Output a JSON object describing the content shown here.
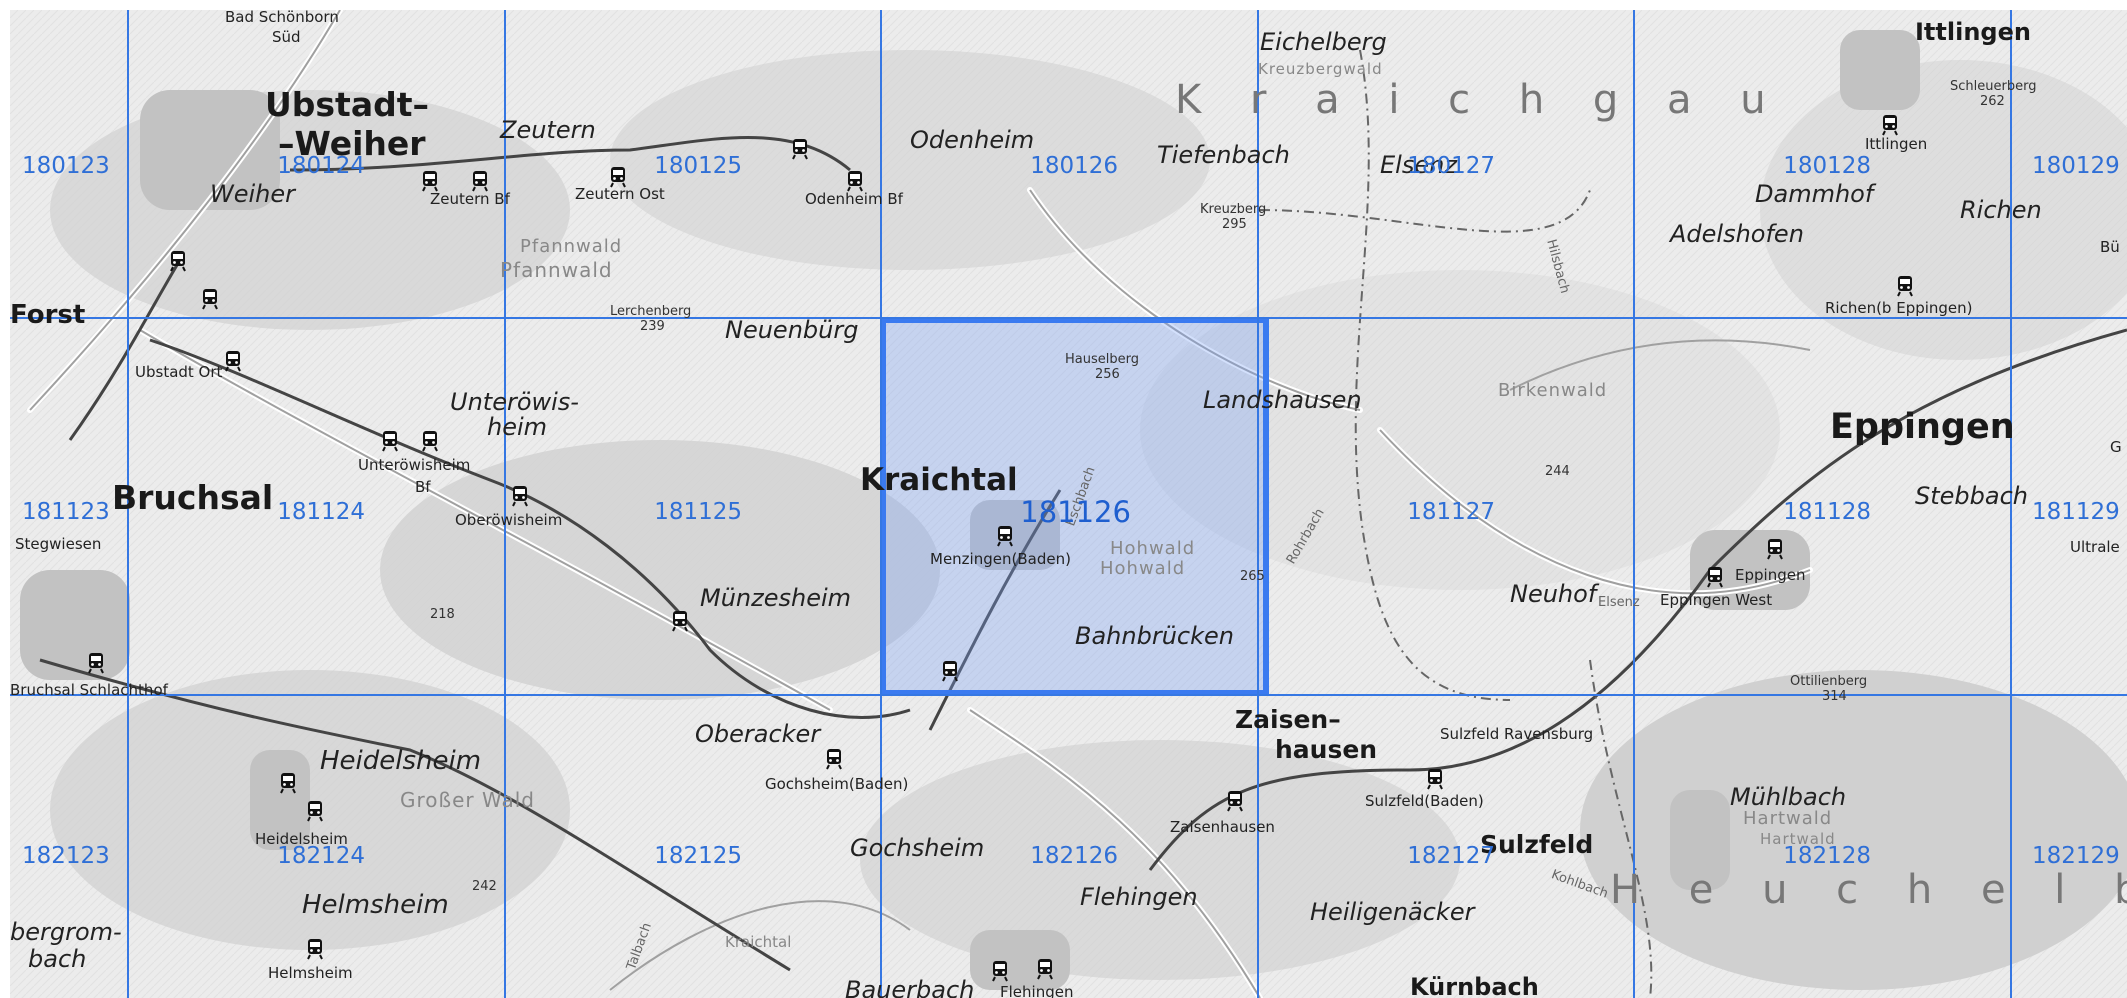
{
  "map": {
    "regions": [
      "K r a i c h g a u",
      "H e u c h e l b e r"
    ],
    "towns_large": [
      "Ubstadt–",
      "–Weiher",
      "Bruchsal",
      "Kraichtal",
      "Eppingen",
      "Zaisen–",
      "hausen",
      "Sulzfeld",
      "Ittlingen",
      "Kürnbach"
    ],
    "towns_medium": [
      "Zeutern",
      "Odenheim",
      "Eichelberg",
      "Tiefenbach",
      "Weiher",
      "Neuenbürg",
      "Unteröwis-",
      "heim",
      "Landshausen",
      "Münzesheim",
      "Bahnbrücken",
      "Neuhof",
      "Oberacker",
      "Heidelsheim",
      "Helmsheim",
      "Gochsheim",
      "Flehingen",
      "Heiligenäcker",
      "Mühlbach",
      "Dammhof",
      "Adelshofen",
      "Richen",
      "Stebbach",
      "Forst",
      "Elsenz",
      "bergrom-",
      "bach",
      "Bauerbach"
    ],
    "places_small": [
      "Bad Schönborn",
      "Süd",
      "Zeutern Bf",
      "Zeutern Ost",
      "Odenheim Bf",
      "Ubstadt Ort",
      "Unteröwisheim",
      "Bf",
      "Oberöwisheim",
      "Menzingen(Baden)",
      "Bruchsal Schlachthof",
      "Stegwiesen",
      "Heidelsheim",
      "Gochsheim(Baden)",
      "Zaisenhausen",
      "Sulzfeld(Baden)",
      "Sulzfeld Ravensburg",
      "Eppingen",
      "Eppingen West",
      "Richen(b Eppingen)",
      "Ittlingen",
      "Helmsheim",
      "Flehingen",
      "Kraichtal",
      "Ultrale",
      "Bü",
      "G"
    ],
    "forests": [
      "Pfannwald",
      "Pfannwald",
      "Hohwald",
      "Hohwald",
      "Großer Wald",
      "Birkenwald",
      "Hartwald",
      "Hartwald",
      "Kreuzbergwald"
    ],
    "peaks": [
      "Lerchenberg",
      "239",
      "Hauselberg",
      "256",
      "Kreuzberg",
      "295",
      "Schleuerberg",
      "262",
      "Ottilienberg",
      "314",
      "244",
      "218",
      "242",
      "265"
    ],
    "streams": [
      "Eschbach",
      "Rohrbach",
      "Hilsbach",
      "Kohlbach",
      "Talbach",
      "Elsenz"
    ]
  },
  "tiles": [
    {
      "id": "180123",
      "col": 0,
      "row": 0
    },
    {
      "id": "180124",
      "col": 1,
      "row": 0
    },
    {
      "id": "180125",
      "col": 2,
      "row": 0
    },
    {
      "id": "180126",
      "col": 3,
      "row": 0
    },
    {
      "id": "180127",
      "col": 4,
      "row": 0
    },
    {
      "id": "180128",
      "col": 5,
      "row": 0
    },
    {
      "id": "180129",
      "col": 6,
      "row": 0
    },
    {
      "id": "181123",
      "col": 0,
      "row": 1
    },
    {
      "id": "181124",
      "col": 1,
      "row": 1
    },
    {
      "id": "181125",
      "col": 2,
      "row": 1
    },
    {
      "id": "181126",
      "col": 3,
      "row": 1
    },
    {
      "id": "181127",
      "col": 4,
      "row": 1
    },
    {
      "id": "181128",
      "col": 5,
      "row": 1
    },
    {
      "id": "181129",
      "col": 6,
      "row": 1
    },
    {
      "id": "182123",
      "col": 0,
      "row": 2
    },
    {
      "id": "182124",
      "col": 1,
      "row": 2
    },
    {
      "id": "182125",
      "col": 2,
      "row": 2
    },
    {
      "id": "182126",
      "col": 3,
      "row": 2
    },
    {
      "id": "182127",
      "col": 4,
      "row": 2
    },
    {
      "id": "182128",
      "col": 5,
      "row": 2
    },
    {
      "id": "182129",
      "col": 6,
      "row": 2
    }
  ],
  "selected_tile": "181126",
  "colors": {
    "grid": "#3577e3",
    "selected_fill": "#9db8f2",
    "selected_border": "#3a7af0",
    "tile_label": "#2f6fd6"
  },
  "icons": [
    "train-station-icon",
    "church-icon",
    "radio-tower-icon",
    "peak-dot-icon"
  ]
}
